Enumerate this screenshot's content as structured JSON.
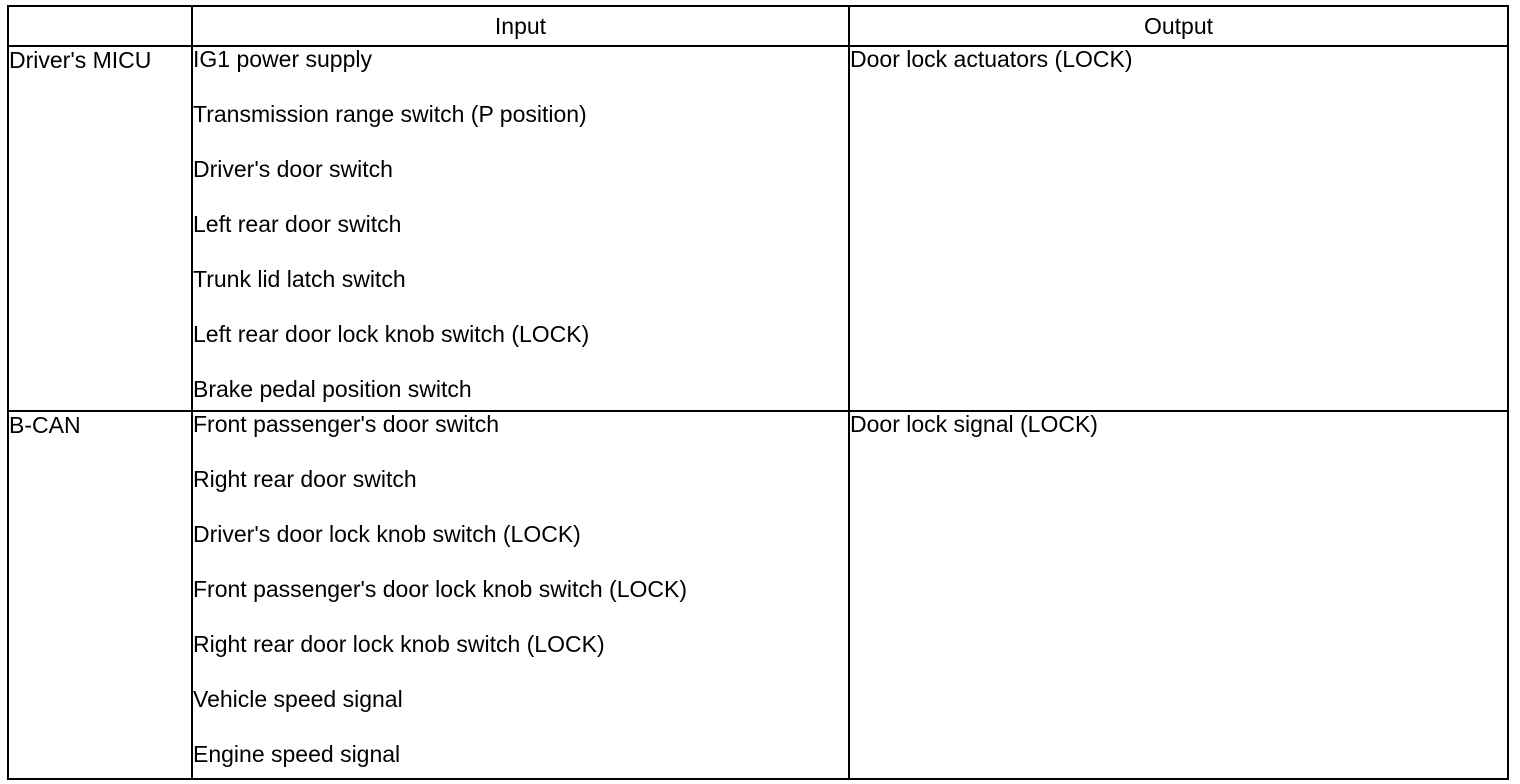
{
  "table": {
    "columns": {
      "label_header": "",
      "input_header": "Input",
      "output_header": "Output"
    },
    "rows": [
      {
        "label": "Driver's MICU",
        "inputs": [
          "IG1 power supply",
          "Transmission range switch (P position)",
          "Driver's door switch",
          "Left rear door switch",
          "Trunk lid latch switch",
          "Left rear door lock knob switch (LOCK)",
          "Brake pedal position switch"
        ],
        "outputs": [
          "Door lock actuators (LOCK)"
        ]
      },
      {
        "label": "B-CAN",
        "inputs": [
          "Front passenger's door switch",
          "Right rear door switch",
          "Driver's door lock knob switch (LOCK)",
          "Front passenger's door lock knob switch (LOCK)",
          "Right rear door lock knob switch (LOCK)",
          "Vehicle speed signal",
          "Engine speed signal"
        ],
        "outputs": [
          "Door lock signal (LOCK)"
        ]
      }
    ]
  },
  "colors": {
    "border": "#000000",
    "text": "#000000",
    "background": "#ffffff"
  }
}
